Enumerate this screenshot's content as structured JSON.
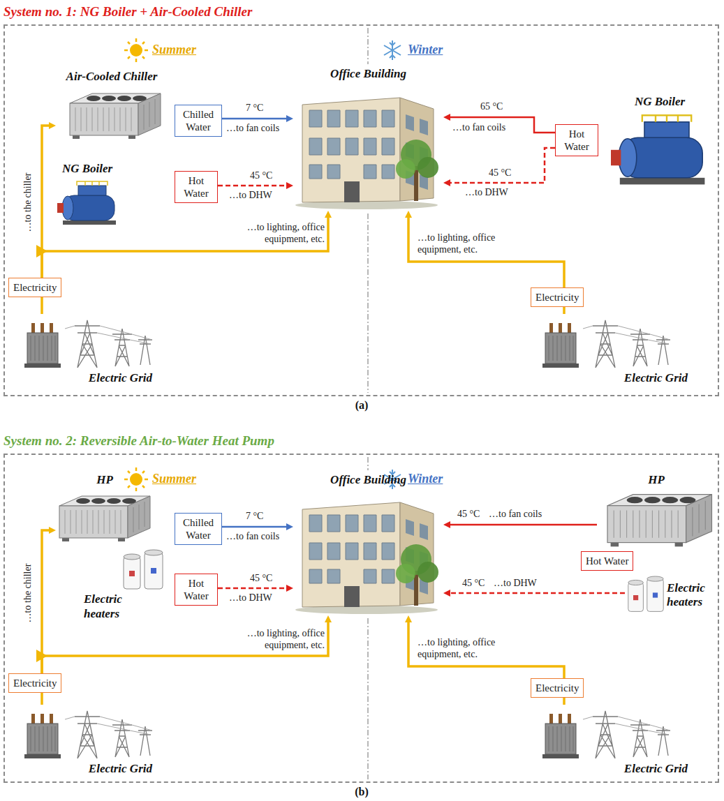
{
  "diagram": {
    "nodes": [
      {
        "text": [
          "System no. 1: NG Boiler + Air-Cooled Chiller"
        ]
      },
      {
        "text": [
          "Air-Cooled Chiller"
        ],
        "in": 0
      },
      {
        "text": [
          "Chilled Water"
        ],
        "in": 0
      },
      {
        "text": [
          "NG Boiler"
        ],
        "in": 0
      },
      {
        "text": [
          "Hot Water"
        ],
        "in": 0
      },
      {
        "text": [
          "Office Building"
        ],
        "in": 0
      },
      {
        "text": [
          "Hot Water"
        ],
        "in": 0
      },
      {
        "text": [
          "NG Boiler"
        ],
        "in": 0
      },
      {
        "text": [
          "Electricity"
        ],
        "in": 0
      },
      {
        "text": [
          "Electric Grid"
        ],
        "in": 0
      },
      {
        "text": [
          "Electricity"
        ],
        "in": 0
      },
      {
        "text": [
          "Electric Grid"
        ],
        "in": 0
      },
      {
        "text": [
          "System no. 2: Reversible Air-to-Water Heat Pump"
        ]
      },
      {
        "text": [
          "HP"
        ],
        "in": 12
      },
      {
        "text": [
          "Chilled Water"
        ],
        "in": 12
      },
      {
        "text": [
          "Electric heaters"
        ],
        "in": 12
      },
      {
        "text": [
          "Hot Water"
        ],
        "in": 12
      },
      {
        "text": [
          "Office Building"
        ],
        "in": 12
      },
      {
        "text": [
          "HP"
        ],
        "in": 12
      },
      {
        "text": [
          "Hot Water"
        ],
        "in": 12
      },
      {
        "text": [
          "Electric heaters"
        ],
        "in": 12
      },
      {
        "text": [
          "Electricity"
        ],
        "in": 12
      },
      {
        "text": [
          "Electric Grid"
        ],
        "in": 12
      },
      {
        "text": [
          "Electricity"
        ],
        "in": 12
      },
      {
        "text": [
          "Electric Grid"
        ],
        "in": 12
      }
    ],
    "edges": [
      {
        "from": 9,
        "to": 8,
        "arrow": "none"
      },
      {
        "from": 8,
        "to": 1,
        "label": "…to the chiller",
        "arrow": "to"
      },
      {
        "from": 8,
        "to": 5,
        "label": "…to lighting, office equipment, etc.",
        "arrow": "to"
      },
      {
        "from": 2,
        "to": 5,
        "label": "7 °C",
        "arrow": "to"
      },
      {
        "from": 4,
        "to": 5,
        "label": "45 °C",
        "arrow": "to"
      },
      {
        "from": 6,
        "to": 5,
        "label": "65 °C",
        "arrow": "to"
      },
      {
        "from": 6,
        "to": 5,
        "label": "45 °C",
        "arrow": "to"
      },
      {
        "from": 11,
        "to": 10,
        "arrow": "none"
      },
      {
        "from": 10,
        "to": 5,
        "label": "…to lighting, office equipment, etc.",
        "arrow": "to"
      },
      {
        "from": 22,
        "to": 21,
        "arrow": "none"
      },
      {
        "from": 21,
        "to": 13,
        "label": "…to the chiller",
        "arrow": "to"
      },
      {
        "from": 21,
        "to": 17,
        "label": "…to lighting, office equipment, etc.",
        "arrow": "to"
      },
      {
        "from": 14,
        "to": 17,
        "label": "7 °C",
        "arrow": "to"
      },
      {
        "from": 16,
        "to": 17,
        "label": "45 °C",
        "arrow": "to"
      },
      {
        "from": 18,
        "to": 17,
        "label": "45 °C",
        "arrow": "to"
      },
      {
        "from": 20,
        "to": 17,
        "label": "45 °C",
        "arrow": "to"
      },
      {
        "from": 24,
        "to": 23,
        "arrow": "none"
      },
      {
        "from": 23,
        "to": 17,
        "label": "…to lighting, office equipment, etc.",
        "arrow": "to"
      }
    ],
    "labels": [
      "Summer",
      "Winter",
      "…to fan coils",
      "…to DHW",
      "…to fan coils",
      "…to DHW",
      "(a)",
      "Summer",
      "Winter",
      "…to fan coils",
      "…to DHW",
      "…to fan coils",
      "…to DHW",
      "(b)"
    ]
  }
}
